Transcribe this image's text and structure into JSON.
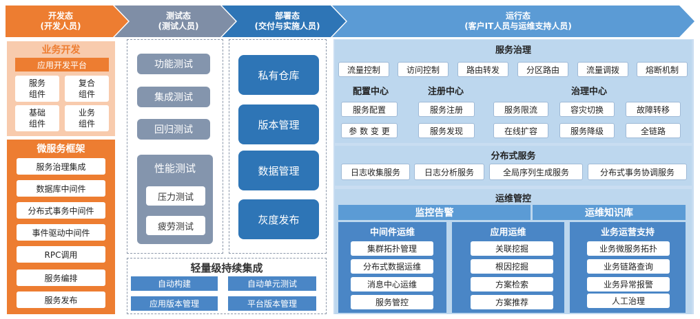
{
  "stages": [
    {
      "title": "开发态",
      "sub": "(开发人员)"
    },
    {
      "title": "测试态",
      "sub": "(测试人员)"
    },
    {
      "title": "部署态",
      "sub": "(交付与实施人员)"
    },
    {
      "title": "运行态",
      "sub": "(客户IT人员与运维支持人员)"
    }
  ],
  "dev": {
    "biz_title": "业务开发",
    "platform": "应用开发平台",
    "components": [
      "服务\n组件",
      "复合\n组件",
      "基础\n组件",
      "业务\n组件"
    ],
    "ms_title": "微服务框架",
    "ms_items": [
      "服务治理集成",
      "数据库中间件",
      "分布式事务中间件",
      "事件驱动中间件",
      "RPC调用",
      "服务编排",
      "服务发布"
    ]
  },
  "test": {
    "items": [
      "功能测试",
      "集成测试",
      "回归测试"
    ],
    "perf_title": "性能测试",
    "perf_items": [
      "压力测试",
      "疲劳测试"
    ]
  },
  "deploy": {
    "items": [
      "私有仓库",
      "版本管理",
      "数据管理",
      "灰度发布"
    ]
  },
  "ci": {
    "title": "轻量级持续集成",
    "items": [
      "自动构建",
      "自动单元测试",
      "应用版本管理",
      "平台版本管理"
    ]
  },
  "run": {
    "governance": {
      "title": "服务治理",
      "row1": [
        "流量控制",
        "访问控制",
        "路由转发",
        "分区路由",
        "流量调拨",
        "熔断机制"
      ],
      "config_title": "配置中心",
      "config_items": [
        "服务配置",
        "参 数 变 更"
      ],
      "reg_title": "注册中心",
      "reg_items": [
        "服务注册",
        "服务发现"
      ],
      "gov_title": "治理中心",
      "gov_items": [
        "服务限流",
        "容灾切换",
        "故障转移",
        "在线扩容",
        "服务降级",
        "全链路"
      ]
    },
    "distributed": {
      "title": "分布式服务",
      "items": [
        "日志收集服务",
        "日志分析服务",
        "全局序列生成服务",
        "分布式事务协调服务"
      ]
    },
    "ops": {
      "title": "运维管控",
      "monitor": "监控告警",
      "knowledge": "运维知识库",
      "mw_title": "中间件运维",
      "mw_items": [
        "集群拓扑管理",
        "分布式数据运维",
        "消息中心运维",
        "服务管控"
      ],
      "app_title": "应用运维",
      "app_items": [
        "关联挖掘",
        "根因挖掘",
        "方案检索",
        "方案推荐"
      ],
      "biz_title": "业务运营支持",
      "biz_items": [
        "业务微服务拓扑",
        "业务链路查询",
        "业务异常报警",
        "人工治理"
      ]
    }
  }
}
